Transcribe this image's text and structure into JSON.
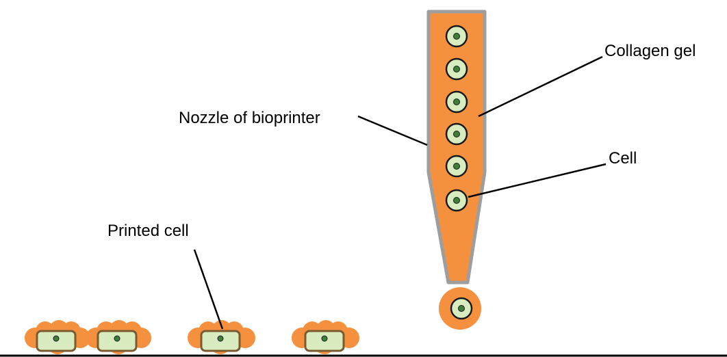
{
  "labels": {
    "collagen_gel": "Collagen gel",
    "nozzle": "Nozzle of bioprinter",
    "cell": "Cell",
    "printed_cell": "Printed cell"
  },
  "colors": {
    "collagen": "#F5913E",
    "nozzle_border": "#9E9E9E",
    "cell_fill": "#D8ECC0",
    "nucleus": "#3F7E3A",
    "cell_outline": "#1A1A1A",
    "printed_cell_border": "#7A5A2E",
    "baseline": "#000000"
  },
  "counts": {
    "cells_in_nozzle": 6,
    "printed_cells": 4
  }
}
